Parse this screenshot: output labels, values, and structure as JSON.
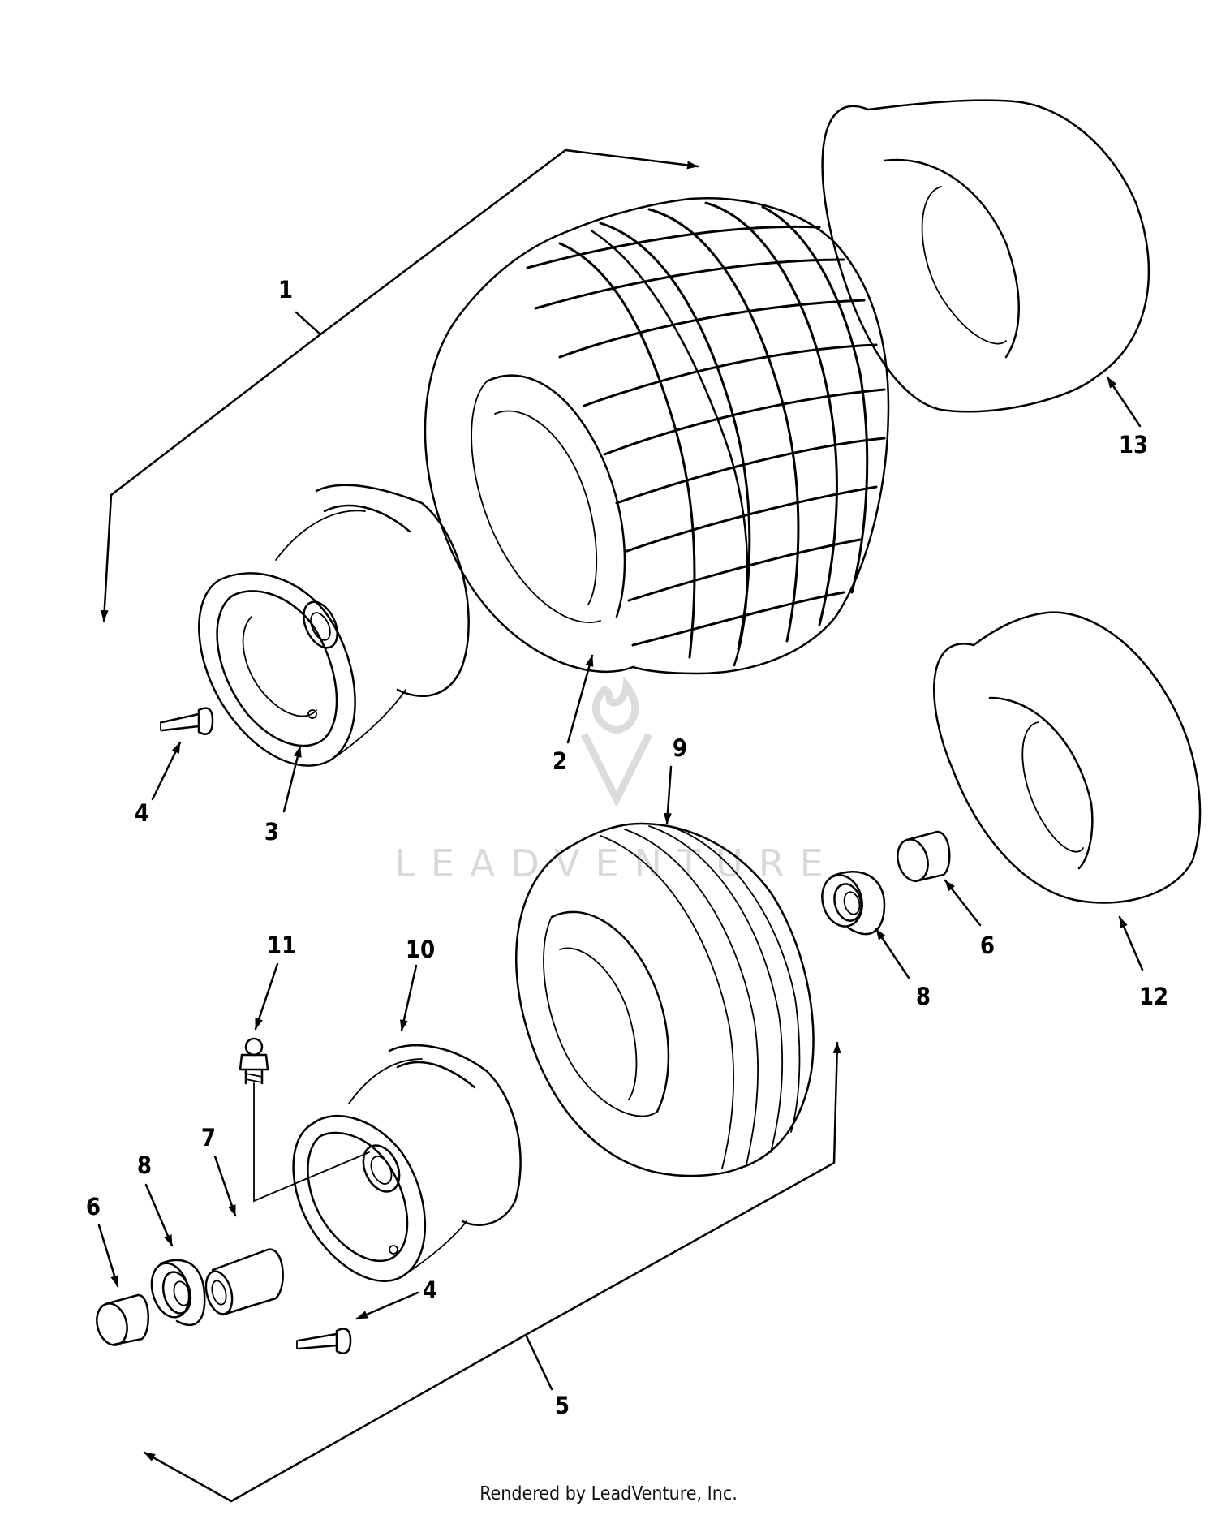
{
  "diagram": {
    "callouts": [
      {
        "id": "1",
        "label": "1"
      },
      {
        "id": "2",
        "label": "2"
      },
      {
        "id": "3",
        "label": "3"
      },
      {
        "id": "4a",
        "label": "4"
      },
      {
        "id": "4b",
        "label": "4"
      },
      {
        "id": "5",
        "label": "5"
      },
      {
        "id": "6a",
        "label": "6"
      },
      {
        "id": "6b",
        "label": "6"
      },
      {
        "id": "7",
        "label": "7"
      },
      {
        "id": "8a",
        "label": "8"
      },
      {
        "id": "8b",
        "label": "8"
      },
      {
        "id": "9",
        "label": "9"
      },
      {
        "id": "10",
        "label": "10"
      },
      {
        "id": "11",
        "label": "11"
      },
      {
        "id": "12",
        "label": "12"
      },
      {
        "id": "13",
        "label": "13"
      }
    ],
    "watermark": "LEADVENTURE"
  },
  "footer": {
    "credit": "Rendered by LeadVenture, Inc."
  }
}
